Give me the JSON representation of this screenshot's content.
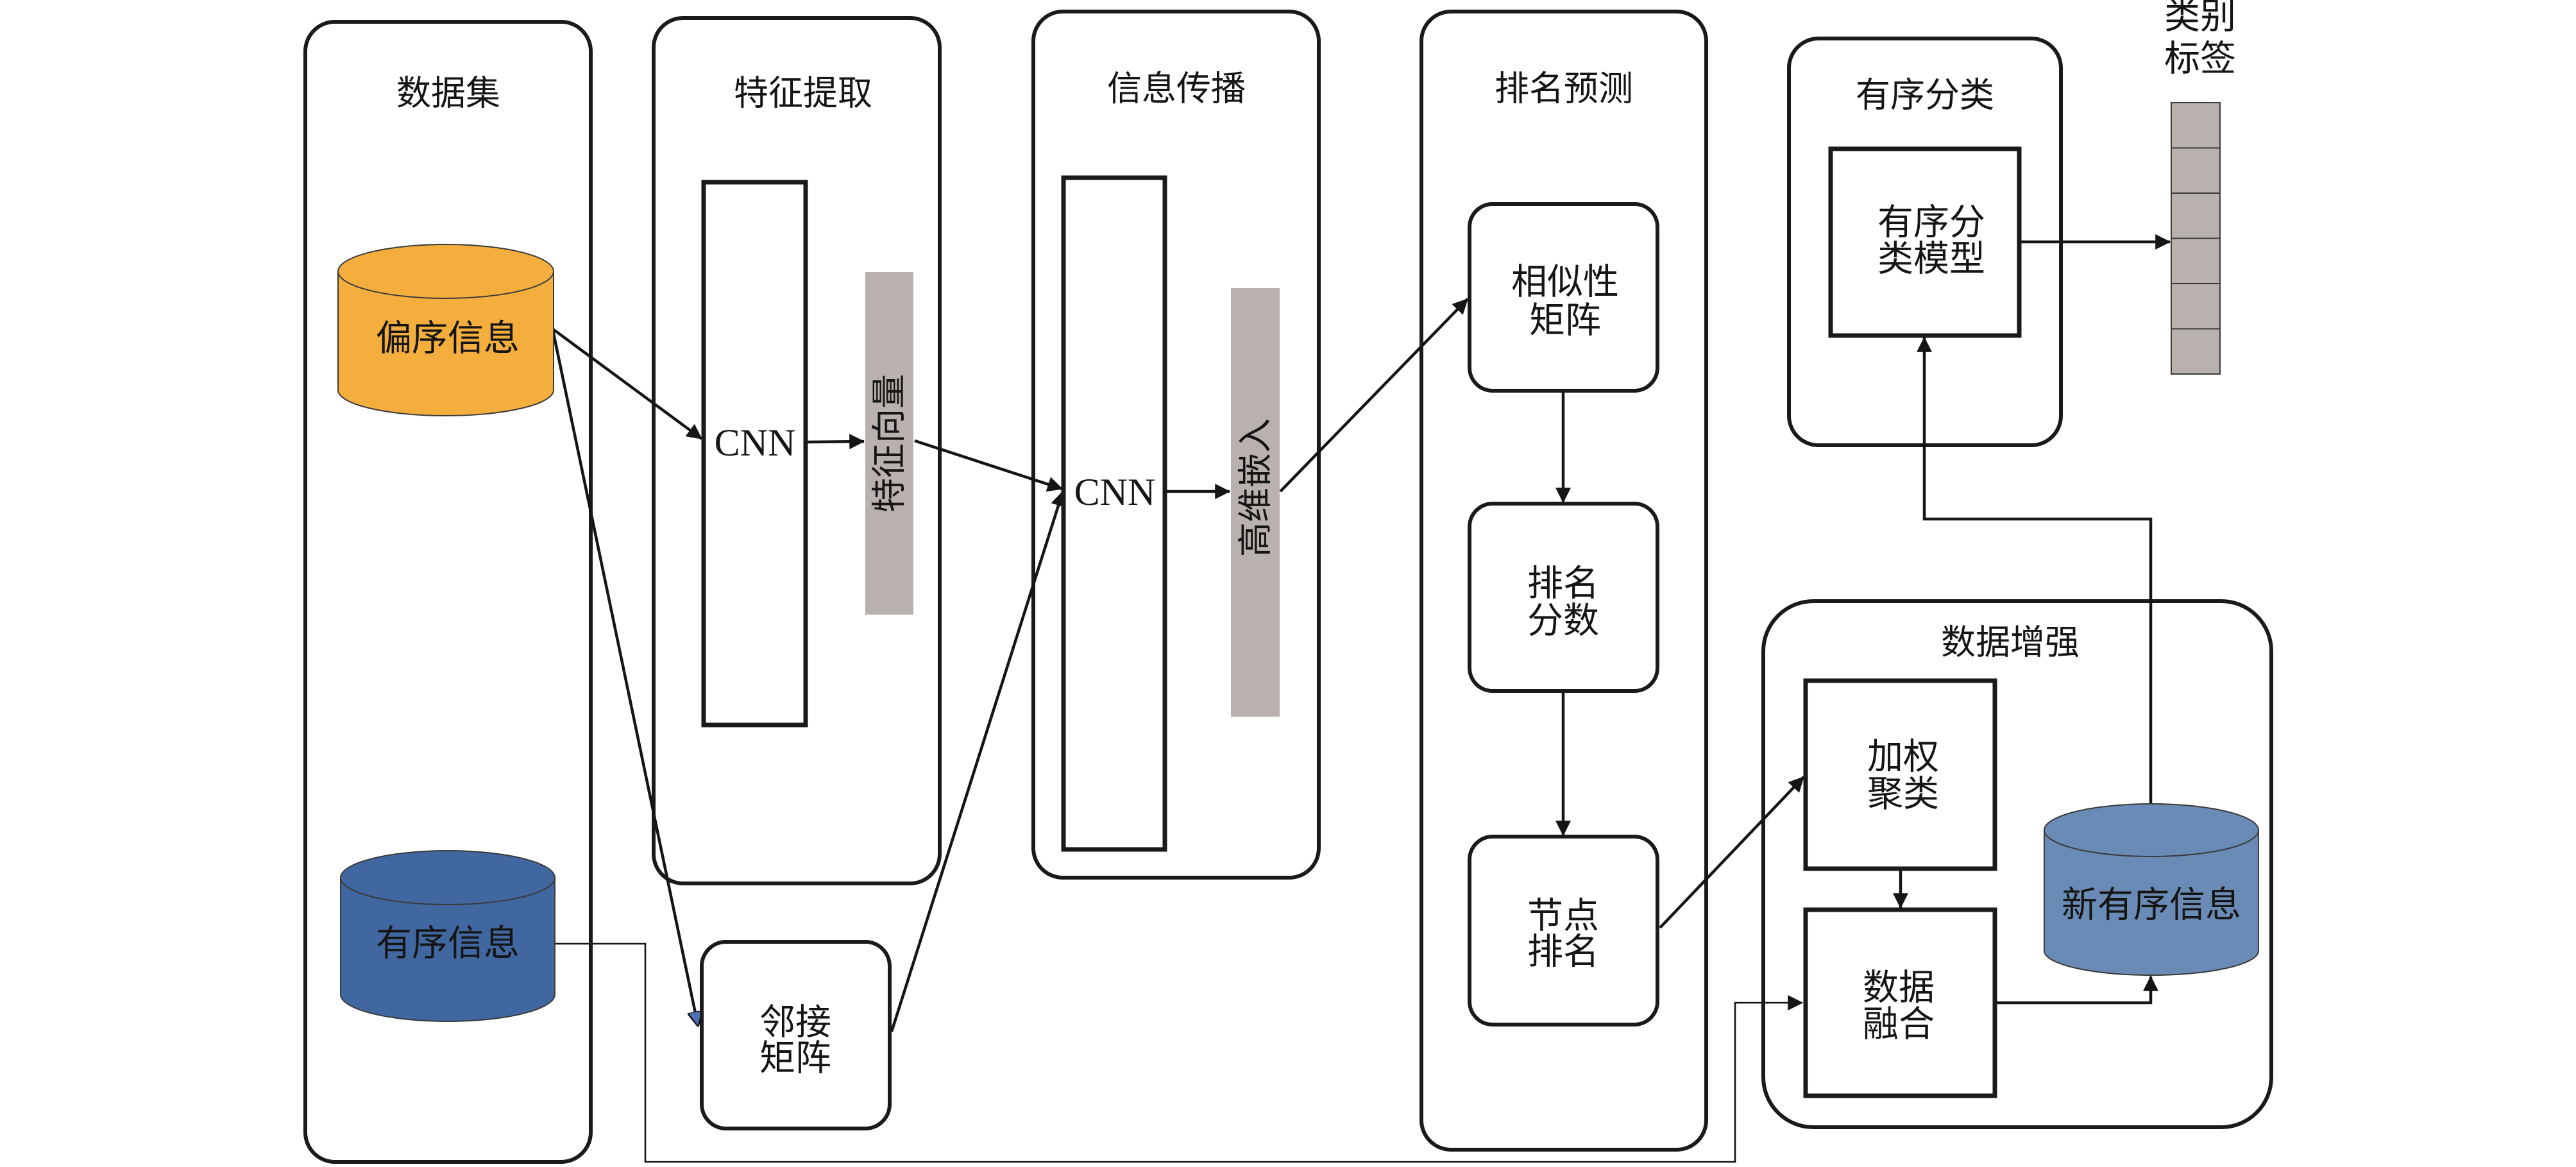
{
  "diagram": {
    "stages": {
      "dataset": {
        "title": "数据集"
      },
      "feature_extraction": {
        "title": "特征提取"
      },
      "info_propagation": {
        "title": "信息传播"
      },
      "ranking_prediction": {
        "title": "排名预测"
      },
      "ordinal_classification": {
        "title": "有序分类"
      },
      "data_augmentation": {
        "title": "数据增强"
      }
    },
    "nodes": {
      "partial_order_info": {
        "label": "偏序信息",
        "color": "#F3AE3D"
      },
      "ordered_info": {
        "label": "有序信息",
        "color": "#4167A0"
      },
      "new_ordered_info": {
        "label": "新有序信息",
        "color": "#6A8BB5"
      },
      "cnn_1": {
        "label": "CNN"
      },
      "feature_vector": {
        "label": "特征向量",
        "color": "#B9B1AD"
      },
      "adjacency_matrix": {
        "lines": [
          "邻接",
          "矩阵"
        ]
      },
      "cnn_2": {
        "label": "CNN"
      },
      "high_dim_embedding": {
        "label": "高维嵌入",
        "color": "#B9B1AD"
      },
      "similarity_matrix": {
        "lines": [
          "相似性",
          "矩阵"
        ]
      },
      "ranking_score": {
        "lines": [
          "排名",
          "分数"
        ]
      },
      "node_ranking": {
        "lines": [
          "节点",
          "排名"
        ]
      },
      "ordinal_model": {
        "lines": [
          "有序分",
          "类模型"
        ]
      },
      "weighted_clustering": {
        "lines": [
          "加权",
          "聚类"
        ]
      },
      "data_fusion": {
        "lines": [
          "数据",
          "融合"
        ]
      },
      "class_labels": {
        "lines": [
          "类别",
          "标签"
        ],
        "cell_count": 6,
        "color": "#B9B1AD"
      }
    },
    "edges": [
      {
        "from": "偏序信息",
        "to": "CNN (特征提取)"
      },
      {
        "from": "偏序信息",
        "to": "邻接矩阵"
      },
      {
        "from": "CNN (特征提取)",
        "to": "特征向量"
      },
      {
        "from": "特征向量",
        "to": "CNN (信息传播)"
      },
      {
        "from": "邻接矩阵",
        "to": "CNN (信息传播)"
      },
      {
        "from": "CNN (信息传播)",
        "to": "高维嵌入"
      },
      {
        "from": "高维嵌入",
        "to": "相似性矩阵"
      },
      {
        "from": "相似性矩阵",
        "to": "排名分数"
      },
      {
        "from": "排名分数",
        "to": "节点排名"
      },
      {
        "from": "节点排名",
        "to": "加权聚类"
      },
      {
        "from": "加权聚类",
        "to": "数据融合"
      },
      {
        "from": "有序信息",
        "to": "数据融合"
      },
      {
        "from": "数据融合",
        "to": "新有序信息"
      },
      {
        "from": "新有序信息",
        "to": "有序分类模型"
      },
      {
        "from": "有序分类模型",
        "to": "类别标签"
      }
    ]
  }
}
